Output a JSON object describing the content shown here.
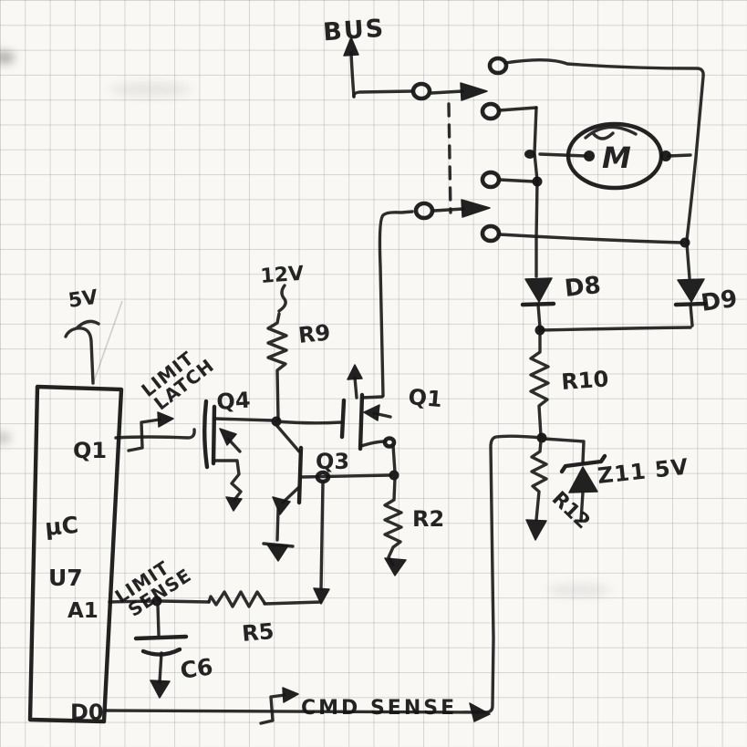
{
  "schematic": {
    "bus_label": "BUS",
    "motor_label": "M",
    "power": {
      "v5": "5V",
      "v12": "12V"
    },
    "components": {
      "d8": "D8",
      "d9": "D9",
      "r9": "R9",
      "r10": "R10",
      "r12": "R12",
      "z11": "Z11 5V",
      "r2": "R2",
      "r5": "R5",
      "c6": "C6",
      "q4": "Q4",
      "q1": "Q1",
      "q3": "Q3"
    },
    "microcontroller": {
      "name": "µC",
      "refdes": "U7",
      "pins": {
        "q1": "Q1",
        "a1": "A1",
        "d0": "D0"
      }
    },
    "signals": {
      "limit_latch": [
        "LIMIT",
        "LATCH"
      ],
      "limit_sense": [
        "LIMIT",
        "SENSE"
      ],
      "cmd_sense": "CMD SENSE"
    }
  }
}
